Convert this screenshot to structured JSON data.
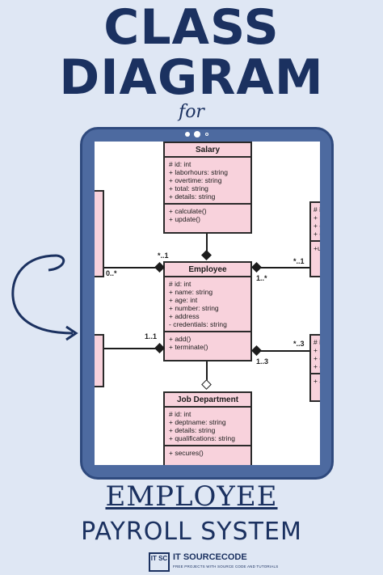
{
  "header": {
    "line1": "CLASS",
    "line2": "DIAGRAM",
    "connector": "for"
  },
  "diagram": {
    "salary": {
      "name": "Salary",
      "attributes": [
        "# id: int",
        "+ laborhours: string",
        "+ overtime: string",
        "+ total: string",
        "+ details: string"
      ],
      "methods": [
        "+ calculate()",
        "+ update()"
      ]
    },
    "employee": {
      "name": "Employee",
      "attributes": [
        "# id: int",
        "+ name: string",
        "+ age: int",
        "+ number: string",
        "+ address",
        "- credentials: string"
      ],
      "methods": [
        "+ add()",
        "+ terminate()"
      ]
    },
    "job_department": {
      "name": "Job Department",
      "attributes": [
        "# id: int",
        "+ deptname: string",
        "+ details: string",
        "+ qualifications: string"
      ],
      "methods": [
        "+ secures()"
      ]
    },
    "right_top_box": {
      "attributes": [
        "# i",
        "+ n",
        "+ c",
        "+ c"
      ],
      "methods": [
        "+u"
      ]
    },
    "right_bottom_box": {
      "attributes": [
        "# i",
        "+ n",
        "+ c",
        "+ c"
      ],
      "methods": [
        "+ a"
      ]
    },
    "multiplicities": {
      "left_top_far": "0..*",
      "left_top_near": "*..1",
      "left_bottom_near": "1..1",
      "right_top_near": "1..*",
      "right_top_far": "*..1",
      "right_bottom_near": "1..3",
      "right_bottom_far": "*..3"
    }
  },
  "footer": {
    "title1": "EMPLOYEE",
    "title2": "PAYROLL SYSTEM",
    "logo_mark": "IT SC",
    "logo_name": "IT SOURCECODE",
    "logo_tagline": "FREE PROJECTS WITH SOURCE CODE AND TUTORIALS"
  },
  "colors": {
    "background": "#dfe7f4",
    "navy": "#1b3160",
    "tablet": "#4d6aa0",
    "class_fill": "#f8d2dc"
  }
}
